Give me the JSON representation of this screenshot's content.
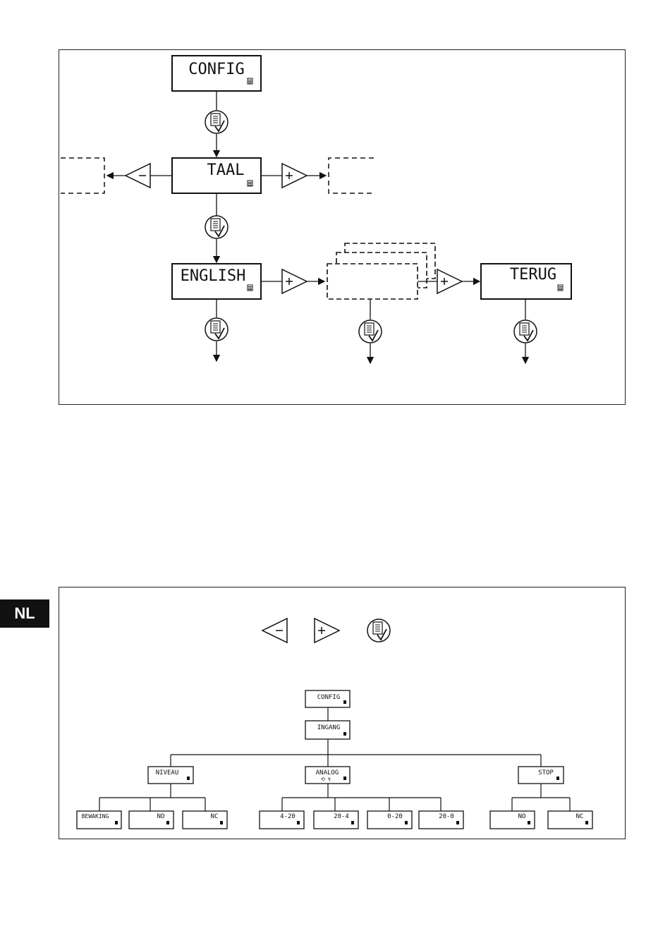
{
  "language_tab": "NL",
  "top_diagram": {
    "screens": {
      "config": "CONFIG",
      "taal": "TAAL",
      "english": "ENGLISH",
      "terug": "TERUG"
    },
    "keys": {
      "minus": "−",
      "plus": "+"
    }
  },
  "bottom_diagram": {
    "legend_keys": {
      "minus": "−",
      "plus": "+"
    },
    "tree": {
      "root": "CONFIG",
      "level1": "INGANG",
      "groups": [
        {
          "label": "NIVEAU",
          "children": [
            "BEWAKING",
            "NO",
            "NC"
          ]
        },
        {
          "label": "ANALOG",
          "sublabel": "⟲ ↯",
          "children": [
            "4-20",
            "20-4",
            "0-20",
            "20-0"
          ]
        },
        {
          "label": "STOP",
          "children": [
            "NO",
            "NC"
          ]
        }
      ]
    }
  },
  "icons": {
    "menu_key": "menu-confirm-icon",
    "minus_key": "minus-key-icon",
    "plus_key": "plus-key-icon"
  }
}
